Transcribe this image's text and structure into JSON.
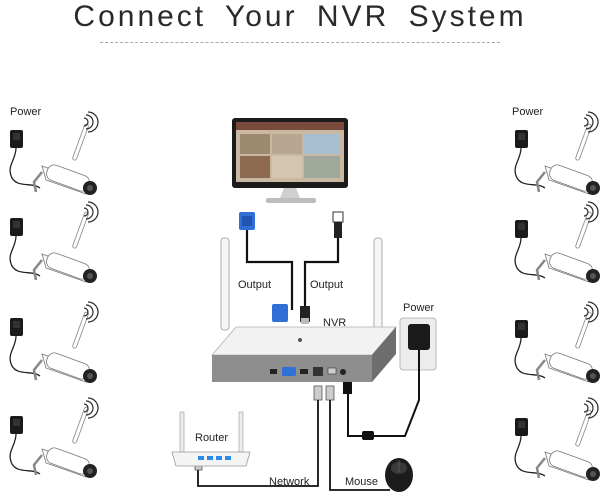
{
  "title": "Connect  Your  NVR  System",
  "labels": {
    "power_left": "Power",
    "power_right": "Power",
    "power_adapter": "Power",
    "output_vga": "Output",
    "output_hdmi": "Output",
    "nvr": "NVR",
    "router": "Router",
    "network": "Network",
    "mouse": "Mouse"
  },
  "icons": {
    "wifi": "wifi-signal-icon",
    "camera": "bullet-camera-icon",
    "adapter": "power-adapter-icon"
  },
  "colors": {
    "cable": "#111111",
    "nvr_body": "#f2f2f2",
    "vga_blue": "#2f6fd6",
    "router_leds": "#2a8ce8"
  }
}
